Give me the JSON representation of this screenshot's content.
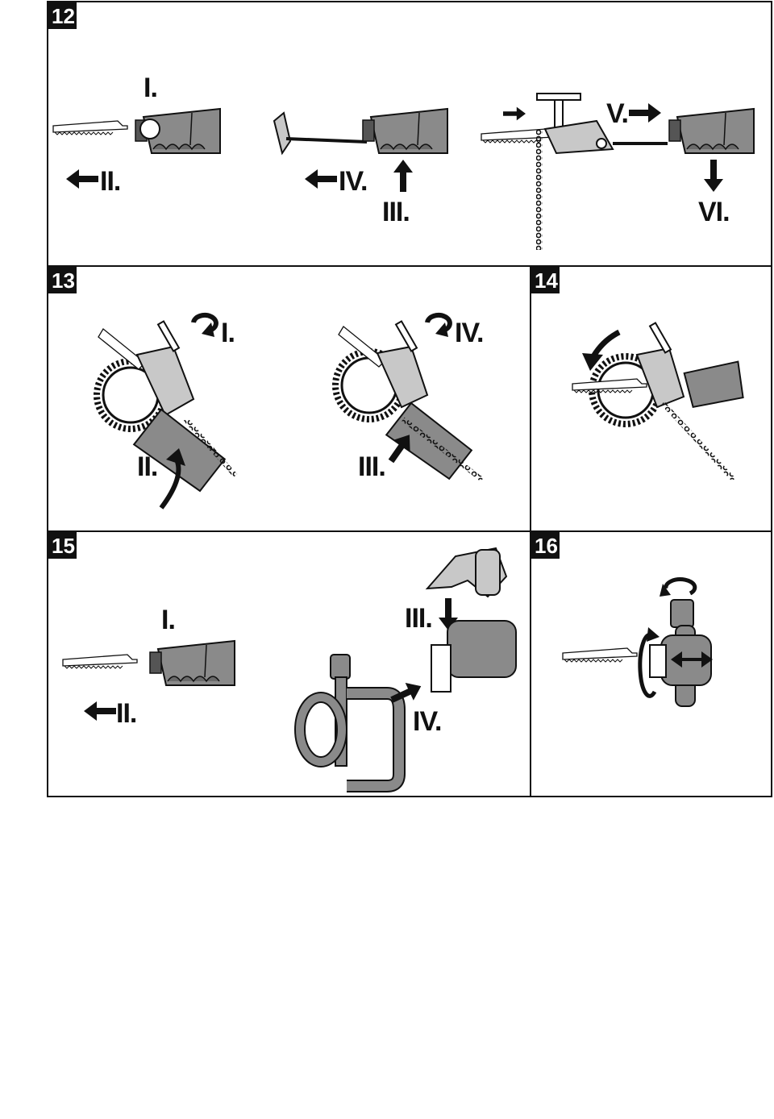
{
  "panels": {
    "p12": {
      "number": "12",
      "labels": [
        "I.",
        "II.",
        "IV.",
        "III.",
        "V.",
        "VI."
      ]
    },
    "p13": {
      "number": "13",
      "labels": [
        "I.",
        "II.",
        "IV.",
        "III."
      ]
    },
    "p14": {
      "number": "14",
      "labels": []
    },
    "p15": {
      "number": "15",
      "labels": [
        "I.",
        "II.",
        "III.",
        "IV."
      ]
    },
    "p16": {
      "number": "16",
      "labels": []
    }
  },
  "colors": {
    "ink": "#111111",
    "tool_grey": "#8a8a8a",
    "light_grey": "#c8c8c8",
    "paper": "#ffffff"
  }
}
